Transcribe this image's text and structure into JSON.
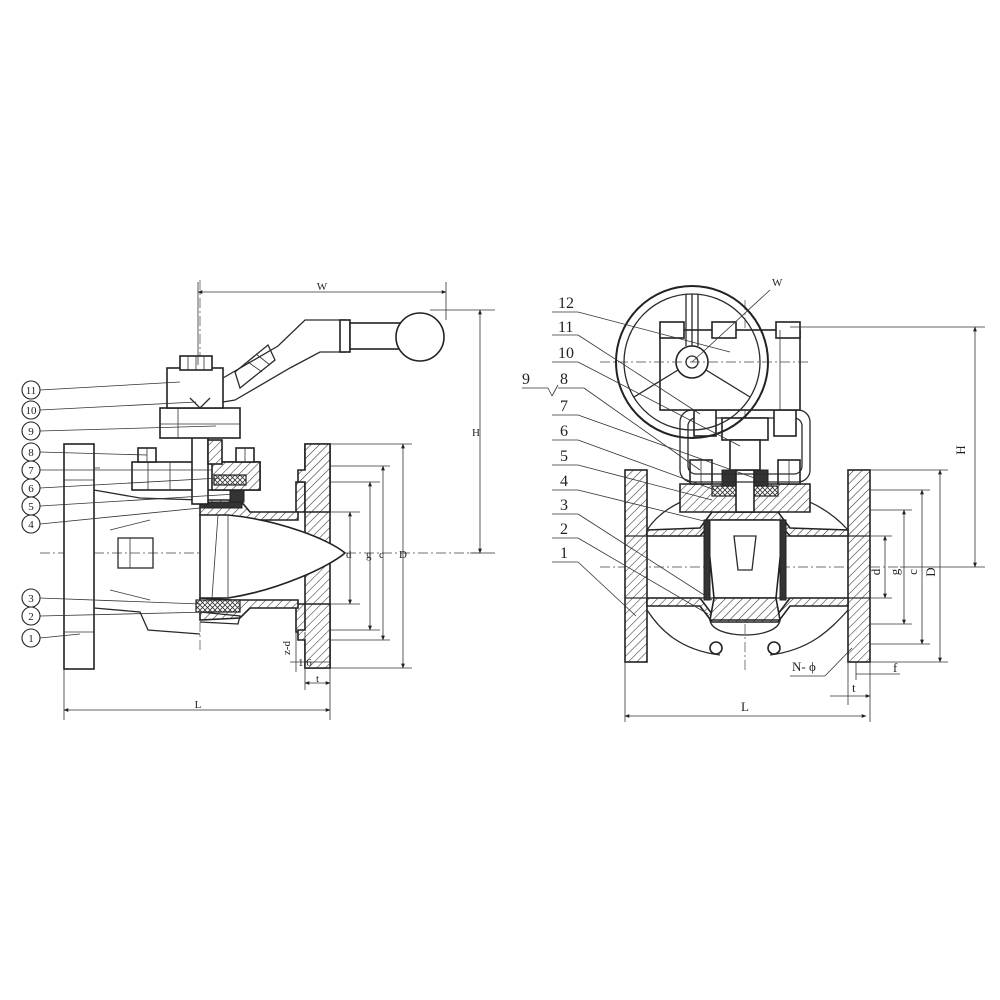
{
  "left_view": {
    "balloons": [
      "11",
      "10",
      "9",
      "8",
      "7",
      "6",
      "5",
      "4",
      "3",
      "2",
      "1"
    ],
    "dims": {
      "W": "W",
      "H": "H",
      "L": "L",
      "d": "d",
      "g": "g",
      "c": "c",
      "D": "D",
      "z_d": "z-d",
      "f": "1.6",
      "t": "t"
    }
  },
  "right_view": {
    "part_numbers": [
      "12",
      "11",
      "10",
      "9",
      "8",
      "7",
      "6",
      "5",
      "4",
      "3",
      "2",
      "1"
    ],
    "dims": {
      "W": "W",
      "H": "H",
      "L": "L",
      "d": "d",
      "g": "g",
      "c": "c",
      "D": "D",
      "N_phi": "N- ϕ",
      "f": "f",
      "t": "t"
    }
  }
}
